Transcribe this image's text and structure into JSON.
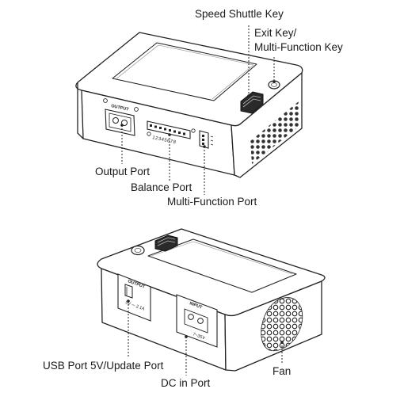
{
  "top_unit": {
    "callouts": {
      "speed_shuttle_key": "Speed Shuttle Key",
      "exit_key_line1": "Exit Key/",
      "exit_key_line2": "Multi-Function Key",
      "output_port": "Output Port",
      "balance_port": "Balance Port",
      "multi_function_port": "Multi-Function Port"
    },
    "panel_marks": {
      "output": "OUTPUT",
      "balance_numbers": "12345678"
    }
  },
  "bottom_unit": {
    "callouts": {
      "usb_port": "USB Port 5V/Update Port",
      "dc_in_port": "DC in Port",
      "fan": "Fan"
    },
    "panel_marks": {
      "output": "OUTPUT",
      "usb_rating": "5V ⎓ 2.1A",
      "input": "INPUT",
      "input_rating": "7~35V"
    }
  }
}
